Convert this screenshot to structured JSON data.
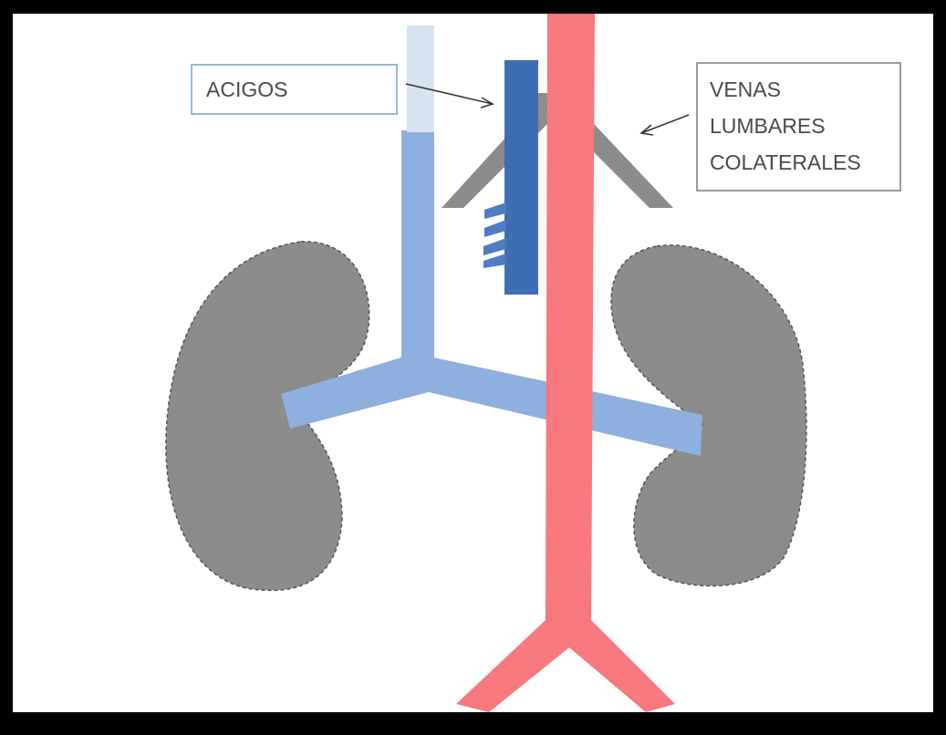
{
  "labels": {
    "acigos": "ACIGOS",
    "venas_lumbares": [
      "VENAS",
      "LUMBARES",
      "COLATERALES"
    ]
  },
  "colors": {
    "background": "#ffffff",
    "frame": "#000000",
    "kidney": "#8c8c8c",
    "renal_vein": "#8eb0de",
    "ivc_upper": "#d7e3f1",
    "azygos": "#3f6db4",
    "lumbar_collateral": "#8c8c8c",
    "aorta": "#f7787d",
    "acigos_box_border": "#9bb6d9",
    "venas_box_border": "#9a9a9a",
    "arrow": "#333333"
  }
}
